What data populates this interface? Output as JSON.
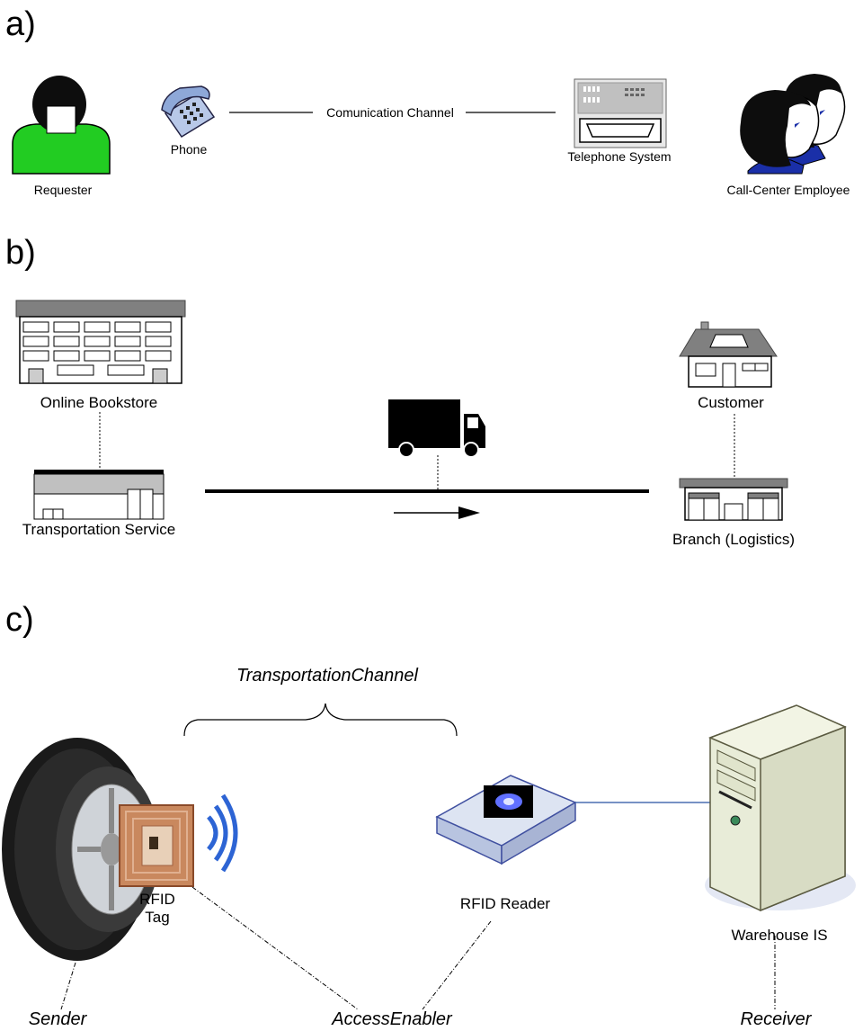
{
  "sections": {
    "a": {
      "label": "a)",
      "requester": "Requester",
      "phone": "Phone",
      "channel": "Comunication Channel",
      "telephone_system": "Telephone System",
      "employee": "Call-Center Employee"
    },
    "b": {
      "label": "b)",
      "bookstore": "Online Bookstore",
      "transport": "Transportation Service",
      "customer": "Customer",
      "branch": "Branch (Logistics)"
    },
    "c": {
      "label": "c)",
      "channel": "TransportationChannel",
      "tag_line1": "RFID",
      "tag_line2": "Tag",
      "reader": "RFID Reader",
      "warehouse": "Warehouse IS",
      "sender": "Sender",
      "enabler": "AccessEnabler",
      "receiver": "Receiver"
    }
  },
  "colors": {
    "requester_shirt": "#22cc22",
    "employee_shirt": "#1a2fa8",
    "wave": "#2d64d4",
    "reader_screen": "#6070ff",
    "server_body": "#e8ecd8",
    "building_gray": "#808080"
  }
}
